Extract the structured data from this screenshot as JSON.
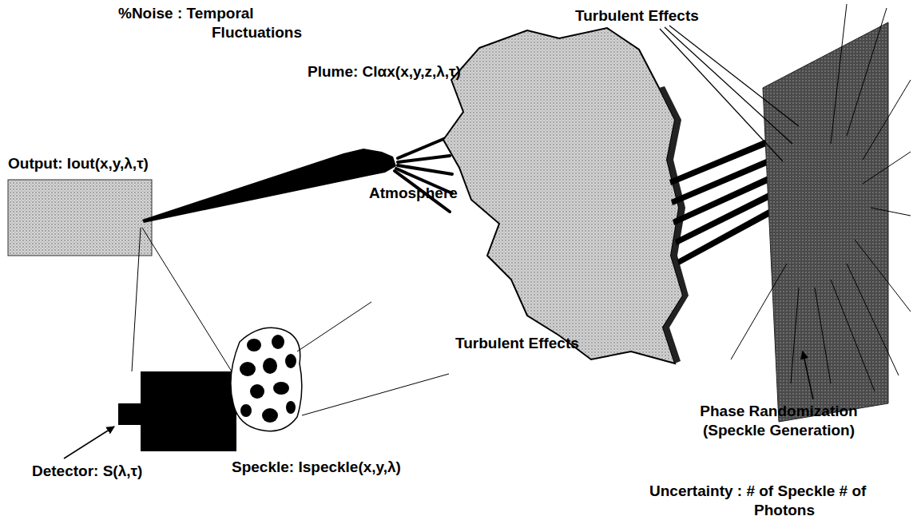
{
  "diagram": {
    "labels": [
      "%Noise : Temporal Fluctuations",
      "Turbulent Effects",
      "Plume: Clαx(x,y,z,λ,τ)",
      "Output: Iout(x,y,λ,τ)",
      "Atmosphere",
      "Turbulent Effects",
      "Phase Randomization (Speckle Generation)",
      "Detector: S(λ,τ)",
      "Speckle: Ispeckle(x,y,λ)",
      "Uncertainty : # of Speckle # of Photons"
    ]
  }
}
